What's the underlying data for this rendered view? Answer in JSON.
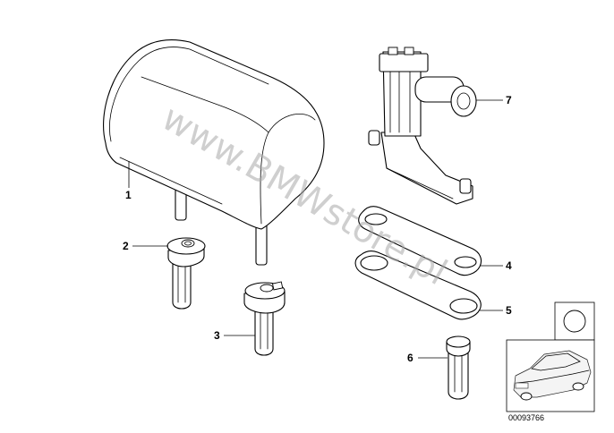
{
  "diagram": {
    "watermark": "www.BMWstore.pl",
    "callouts": [
      "1",
      "2",
      "3",
      "4",
      "5",
      "6",
      "7"
    ],
    "part_number": "00093766"
  }
}
